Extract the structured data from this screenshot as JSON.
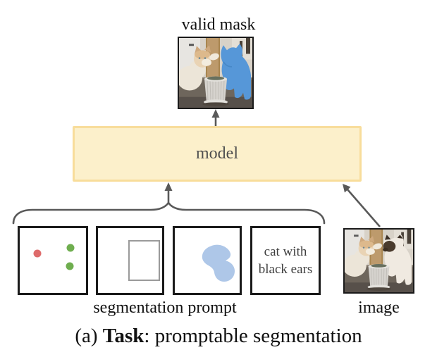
{
  "figure": {
    "output": {
      "label": "valid mask"
    },
    "model": {
      "label": "model"
    },
    "prompts": {
      "label": "segmentation prompt",
      "items": [
        {
          "type": "points",
          "points": [
            {
              "name": "red-point",
              "color": "#de6b6b"
            },
            {
              "name": "green-point",
              "color": "#6fae4f"
            },
            {
              "name": "green-point",
              "color": "#6fae4f"
            }
          ]
        },
        {
          "type": "box"
        },
        {
          "type": "mask",
          "color": "#aec7e8"
        },
        {
          "type": "text",
          "lines": [
            "cat with",
            "black ears"
          ]
        }
      ]
    },
    "input_image": {
      "label": "image"
    },
    "caption": {
      "index": "(a) ",
      "keyword": "Task",
      "rest": ": promptable segmentation"
    }
  },
  "colors": {
    "model_fill": "#fcf0cb",
    "model_border": "#f8dd9b",
    "model_text": "#4f4f4f",
    "arrow_gray": "#595959",
    "frame_black": "#1a1a1a",
    "box_prompt_gray": "#9a9a9a",
    "point_red": "#de6b6b",
    "point_green": "#6fae4f",
    "prompt_mask_blue": "#aec7e8",
    "output_mask_blue": "#5697d8",
    "prompt_text_gray": "#3f3f3f"
  }
}
